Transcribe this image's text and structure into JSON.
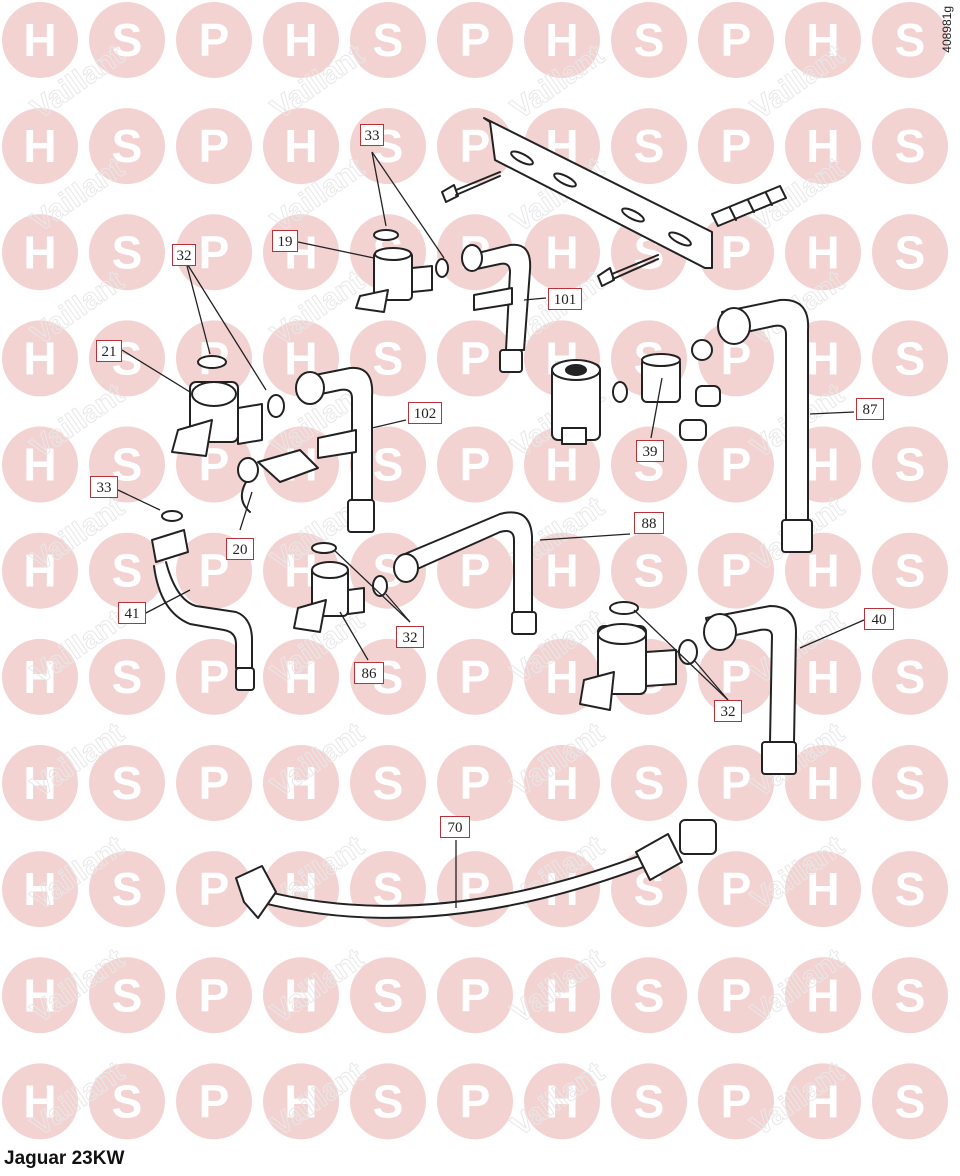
{
  "diagram": {
    "code": "408981g",
    "model": "Jaguar 23KW",
    "watermark": {
      "letters": [
        "H",
        "S",
        "P"
      ],
      "brand": "Vaillant",
      "circle_color": "#f3d2d2",
      "letter_color": "#ffffff"
    },
    "callout_border_color": "#b8323a",
    "callouts": {
      "c33a": "33",
      "c19": "19",
      "c32a": "32",
      "c21": "21",
      "c101": "101",
      "c102": "102",
      "c87": "87",
      "c39": "39",
      "c33b": "33",
      "c20": "20",
      "c88": "88",
      "c41": "41",
      "c32b": "32",
      "c86": "86",
      "c40": "40",
      "c32c": "32",
      "c70": "70"
    }
  }
}
